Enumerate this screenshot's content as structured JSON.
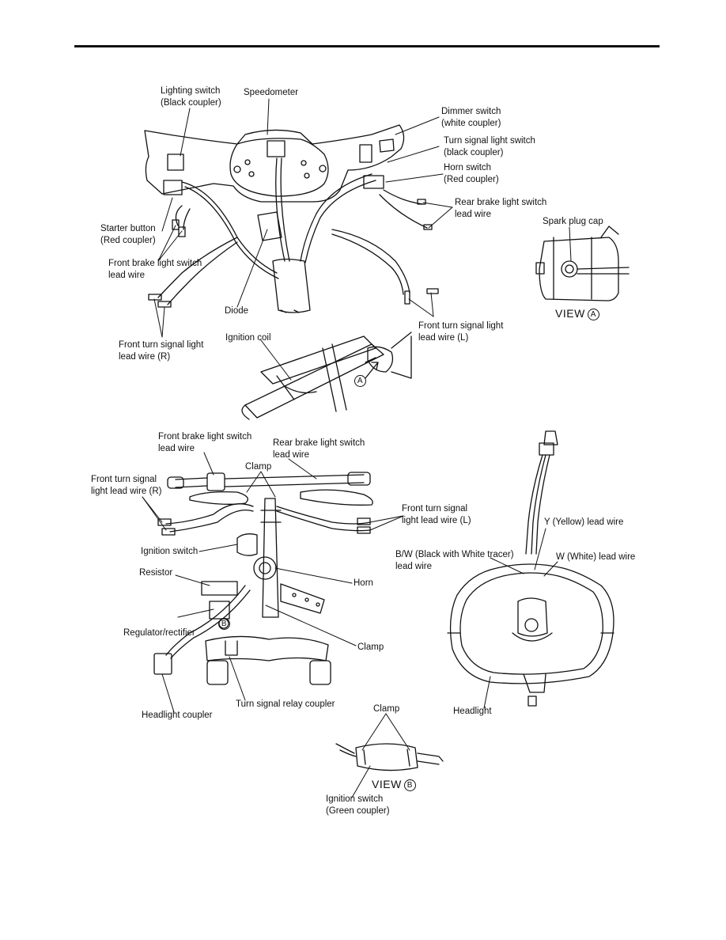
{
  "diagram_1": {
    "labels": {
      "lighting_switch": [
        "Lighting switch",
        "(Black coupler)"
      ],
      "speedometer": [
        "Speedometer"
      ],
      "dimmer_switch": [
        "Dimmer switch",
        "(white coupler)"
      ],
      "turn_signal_switch": [
        "Turn signal light switch",
        "(black coupler)"
      ],
      "horn_switch": [
        "Horn switch",
        " (Red coupler)"
      ],
      "rear_brake_switch": [
        "Rear brake light switch",
        "lead wire"
      ],
      "starter_button": [
        "Starter button",
        "(Red coupler)"
      ],
      "front_brake_switch": [
        "Front brake light switch",
        "lead wire"
      ],
      "diode": [
        "Diode"
      ],
      "front_turn_r": [
        "Front turn signal light",
        "lead wire (R)"
      ],
      "front_turn_l": [
        "Front turn signal light",
        "lead wire (L)"
      ],
      "ignition_coil": [
        "Ignition coil"
      ],
      "spark_plug_cap": [
        "Spark plug cap"
      ]
    },
    "view_a": "VIEW",
    "marker_a": "A"
  },
  "diagram_2": {
    "labels": {
      "front_brake_switch": [
        "Front brake light switch",
        "lead wire"
      ],
      "rear_brake_switch": [
        "Rear brake light switch",
        "lead wire"
      ],
      "clamp_top": [
        "Clamp"
      ],
      "front_turn_r": [
        "Front turn signal",
        "light lead wire (R)"
      ],
      "front_turn_l": [
        "Front turn signal",
        "light lead wire (L)"
      ],
      "ignition_switch": [
        "Ignition switch"
      ],
      "resistor": [
        "Resistor"
      ],
      "horn": [
        "Horn"
      ],
      "regulator": [
        "Regulator/rectifier"
      ],
      "clamp_mid": [
        "Clamp"
      ],
      "turn_relay": [
        "Turn signal relay coupler"
      ],
      "headlight_coupler": [
        "Headlight coupler"
      ],
      "y_wire": [
        "Y (Yellow) lead wire"
      ],
      "bw_wire": [
        "B/W (Black with White tracer)",
        "lead wire"
      ],
      "w_wire": [
        "W (White) lead wire"
      ],
      "headlight": [
        "Headlight"
      ],
      "clamp_b": [
        "Clamp"
      ],
      "ign_switch_b": [
        "Ignition switch",
        "(Green coupler)"
      ]
    },
    "view_b": "VIEW",
    "marker_b": "B"
  }
}
